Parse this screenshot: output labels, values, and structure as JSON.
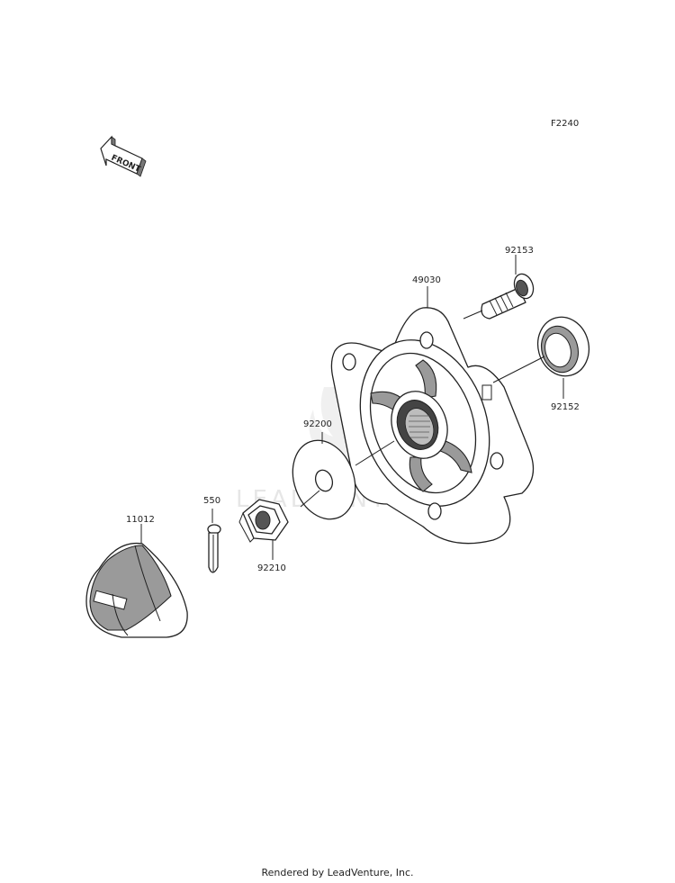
{
  "figure_code": "F2240",
  "front_arrow_label": "FRONT",
  "watermark": "LEADVENTURE",
  "parts": {
    "hub": "49030",
    "bolt": "92153",
    "seal": "92152",
    "washer": "92200",
    "nut": "92210",
    "cotter_pin": "550",
    "cap": "11012"
  },
  "footer": "Rendered by LeadVenture, Inc."
}
